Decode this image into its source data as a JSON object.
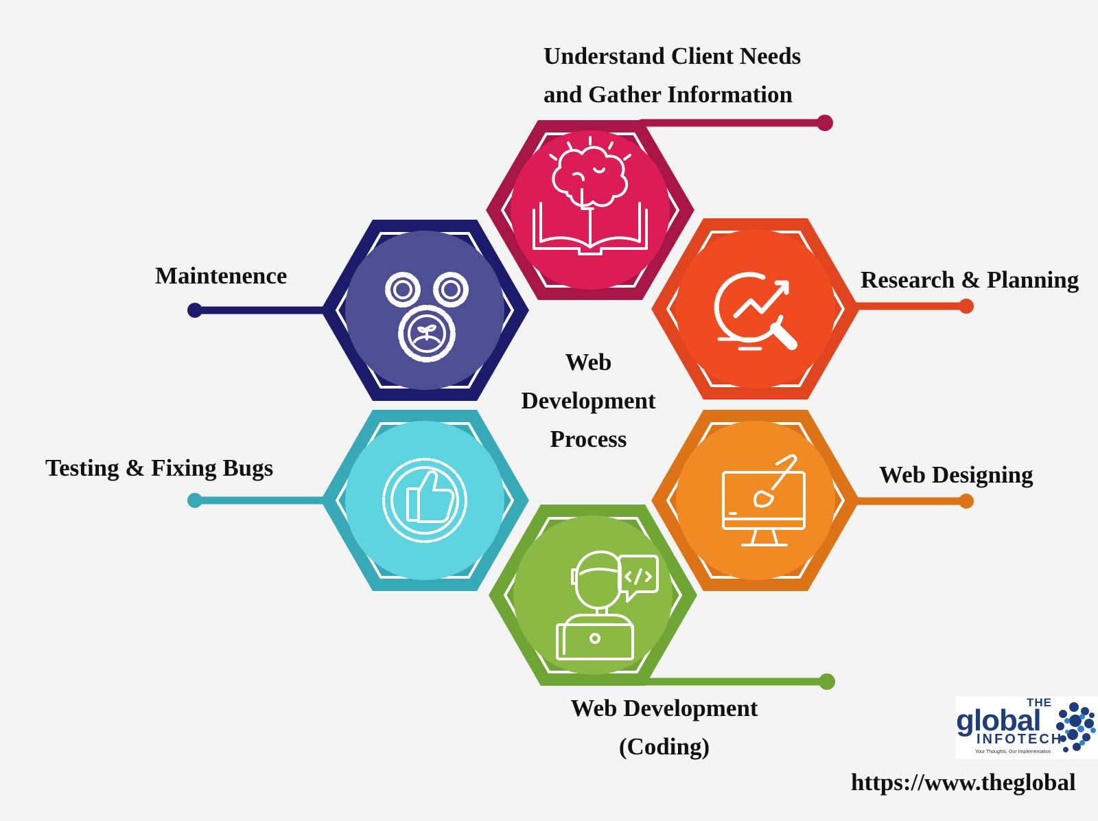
{
  "center": {
    "line1": "Web",
    "line2": "Development",
    "line3": "Process"
  },
  "steps": [
    {
      "key": "understand",
      "line1": "Understand Client Needs",
      "line2": "and Gather Information",
      "icon": "brain-book-icon",
      "color": "#dc1c54",
      "rim": "#a81648"
    },
    {
      "key": "research",
      "line1": "Research & Planning",
      "icon": "chart-magnifier-icon",
      "color": "#f04a20",
      "rim": "#e1451f"
    },
    {
      "key": "designing",
      "line1": "Web Designing",
      "icon": "monitor-paintbrush-icon",
      "color": "#f08a22",
      "rim": "#dc7317"
    },
    {
      "key": "coding",
      "line1": "Web Development",
      "line2": "(Coding)",
      "icon": "developer-laptop-icon",
      "color": "#8aba44",
      "rim": "#6ea534"
    },
    {
      "key": "testing",
      "line1": "Testing & Fixing Bugs",
      "icon": "thumbs-up-badge-icon",
      "color": "#5ed4e1",
      "rim": "#38a9b6"
    },
    {
      "key": "maintenance",
      "line1": "Maintenence",
      "icon": "gears-icon",
      "color": "#4e4f93",
      "rim": "#1d1b6b"
    }
  ],
  "logo": {
    "the": "THE",
    "global": "global",
    "infotech": "INFOTECH",
    "tagline": "Your Thoughts, Our Implementation"
  },
  "website": "https://www.theglobal"
}
